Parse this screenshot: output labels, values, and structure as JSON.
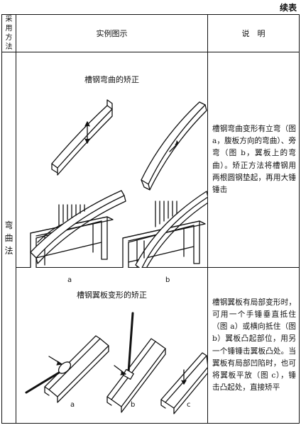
{
  "header": {
    "continued": "续表",
    "col_method": "采用方法",
    "col_figure": "实例图示",
    "col_desc": "说　明"
  },
  "method": "弯曲法",
  "rows": [
    {
      "figure_title": "槽钢弯曲的矫正",
      "labels": [
        "a",
        "b"
      ],
      "description": "槽钢弯曲变形有立弯（图 a，腹板方向的弯曲）、旁弯（图 b，翼板上的弯曲）。矫正方法将槽钢用两根圆钢垫起，再用大锤锤击"
    },
    {
      "figure_title": "槽钢翼板变形的矫正",
      "labels": [
        "a",
        "b",
        "c"
      ],
      "description": "槽钢翼板有局部变形时，可用一个手锤垂直抵住（图 a）或横向抵住（图 b）翼板凸起部位，用另一个锤锤击翼板凸处。当翼板有局部凹陷时，也可将翼板平放（图 c），锤击凸起处，直接矫平"
    }
  ]
}
